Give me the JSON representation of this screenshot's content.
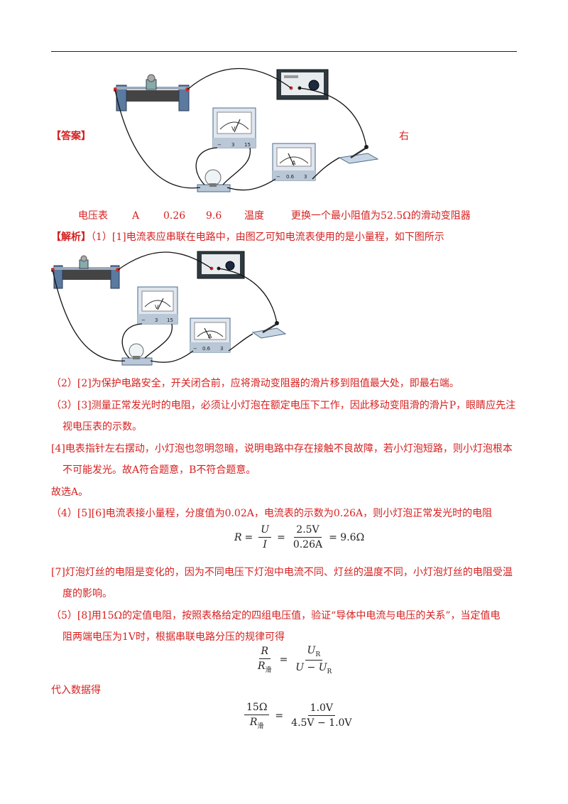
{
  "answer": {
    "label": "【答案】",
    "right_word": "右",
    "items": [
      "电压表",
      "A",
      "0.26",
      "9.6",
      "温度",
      "更换一个最小阻值为52.5Ω的滑动变阻器"
    ]
  },
  "diagram": {
    "voltmeter_symbol": "V",
    "voltmeter_ticks": [
      "−",
      "3",
      "15"
    ],
    "ammeter_symbol": "A",
    "ammeter_ticks": [
      "−",
      "0.6",
      "3"
    ]
  },
  "analysis": {
    "label": "【解析】",
    "p1": "（1）[1]电流表应串联在电路中，由图乙可知电流表使用的是小量程，如下图所示",
    "p2": "（2）[2]为保护电路安全，开关闭合前，应将滑动变阻器的滑片移到阻值最大处，即最右端。",
    "p3a": "（3）[3]测量正常发光时的电阻，必须让小灯泡在额定电压下工作，因此移动变阻滑的滑片P，眼睛应先注",
    "p3b": "视电压表的示数。",
    "p4a": "[4]电表指针左右摆动，小灯泡也忽明忽暗，说明电路中存在接触不良故障，若小灯泡短路，则小灯泡根本",
    "p4b": "不可能发光。故A符合题意，B不符合题意。",
    "p5": "故选A。",
    "p6": "（4）[5][6]电流表接小量程，分度值为0.02A，电流表的示数为0.26A，则小灯泡正常发光时的电阻",
    "eq1": {
      "lhs": "R",
      "eq": "=",
      "num1": "U",
      "den1": "I",
      "num2": "2.5V",
      "den2": "0.26A",
      "result": "= 9.6Ω"
    },
    "p7a": "[7]灯泡灯丝的电阻是变化的，因为不同电压下灯泡中电流不同、灯丝的温度不同，小灯泡灯丝的电阻受温",
    "p7b": "度的影响。",
    "p8a": "（5）[8]用15Ω的定值电阻，按照表格给定的四组电压值，验证“导体中电流与电压的关系”，当定值电",
    "p8b": "阻两端电压为1V时，根据串联电路分压的规律可得",
    "eq2": {
      "num_l": "R",
      "den_l": "R",
      "den_l_sub": "滑",
      "eq": "=",
      "num_r": "U",
      "num_r_sub": "R",
      "den_r": "U − U",
      "den_r_sub": "R"
    },
    "p9": "代入数据得",
    "eq3": {
      "num_l": "15Ω",
      "den_l": "R",
      "den_l_sub": "滑",
      "eq": "=",
      "num_r": "1.0V",
      "den_r": "4.5V − 1.0V"
    }
  }
}
